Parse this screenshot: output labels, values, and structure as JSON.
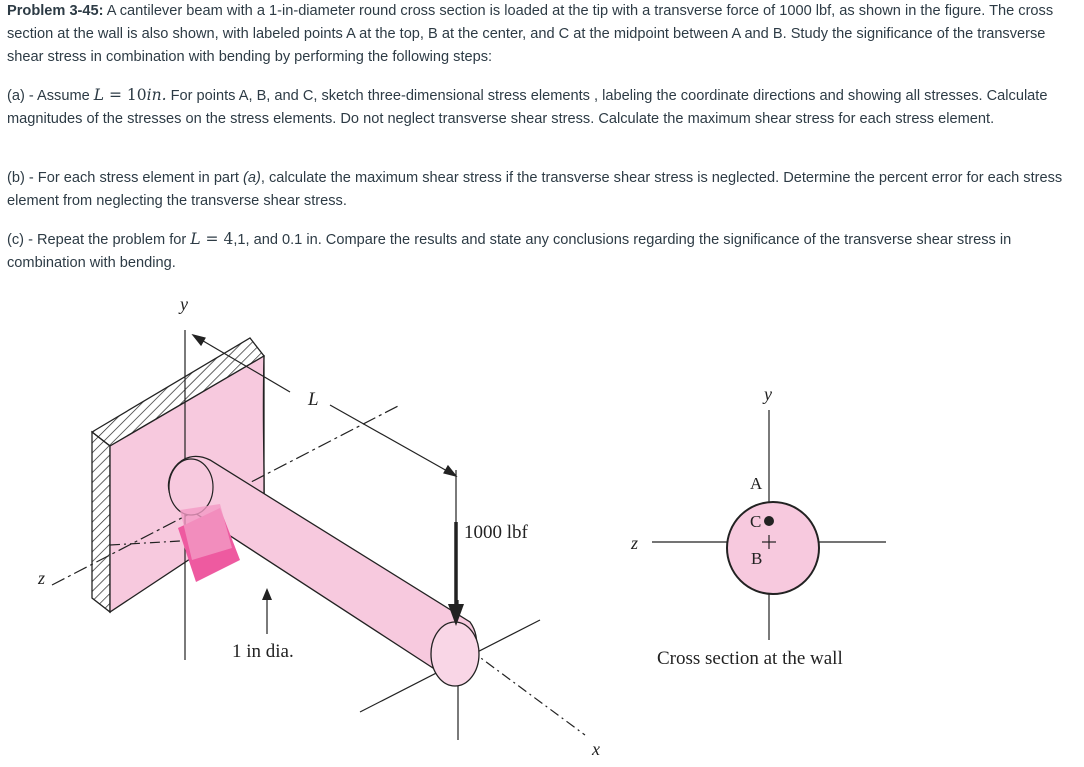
{
  "problem": {
    "label": "Problem 3-45:",
    "intro": " A cantilever beam with a 1-in-diameter round cross section is loaded at the tip with a transverse force of 1000 lbf, as shown in the figure. The cross section at the wall is also shown, with labeled points A at the top, B at the center, and C at the midpoint between A and B. Study the significance of the transverse shear stress in combination with bending by performing the following steps:",
    "part_a": {
      "prefix": "(a) - Assume ",
      "math_var": "L",
      "math_eq": " = 10",
      "math_unit": "in.",
      "rest": " For points A, B, and C, sketch three-dimensional stress elements , labeling the coordinate directions and showing all stresses. Calculate magnitudes of the stresses on the stress elements. Do not neglect transverse shear stress. Calculate the maximum shear stress for each stress element."
    },
    "part_b": {
      "prefix": "(b) - For each stress element in part ",
      "ref": "(a)",
      "rest": ", calculate the maximum shear stress if the transverse shear stress is neglected. Determine the percent error for each stress element from neglecting the transverse shear stress."
    },
    "part_c": {
      "prefix": "(c) - Repeat the problem for ",
      "math_var": "L",
      "math_eq": " = 4",
      "rest": ",1, and 0.1 in. Compare the results and state any conclusions regarding the significance of the transverse shear stress in combination with bending."
    }
  },
  "figure": {
    "axis_y": "y",
    "axis_z": "z",
    "axis_x": "x",
    "length_label": "L",
    "force_label": "1000 lbf",
    "diameter_label": "1 in dia.",
    "section_axis_y": "y",
    "section_axis_z": "z",
    "point_a": "A",
    "point_b": "B",
    "point_c": "C",
    "section_caption": "Cross section at the wall",
    "colors": {
      "fill_light": "#f7c9de",
      "fill_dark": "#ee5aa0",
      "line": "#222222"
    }
  }
}
